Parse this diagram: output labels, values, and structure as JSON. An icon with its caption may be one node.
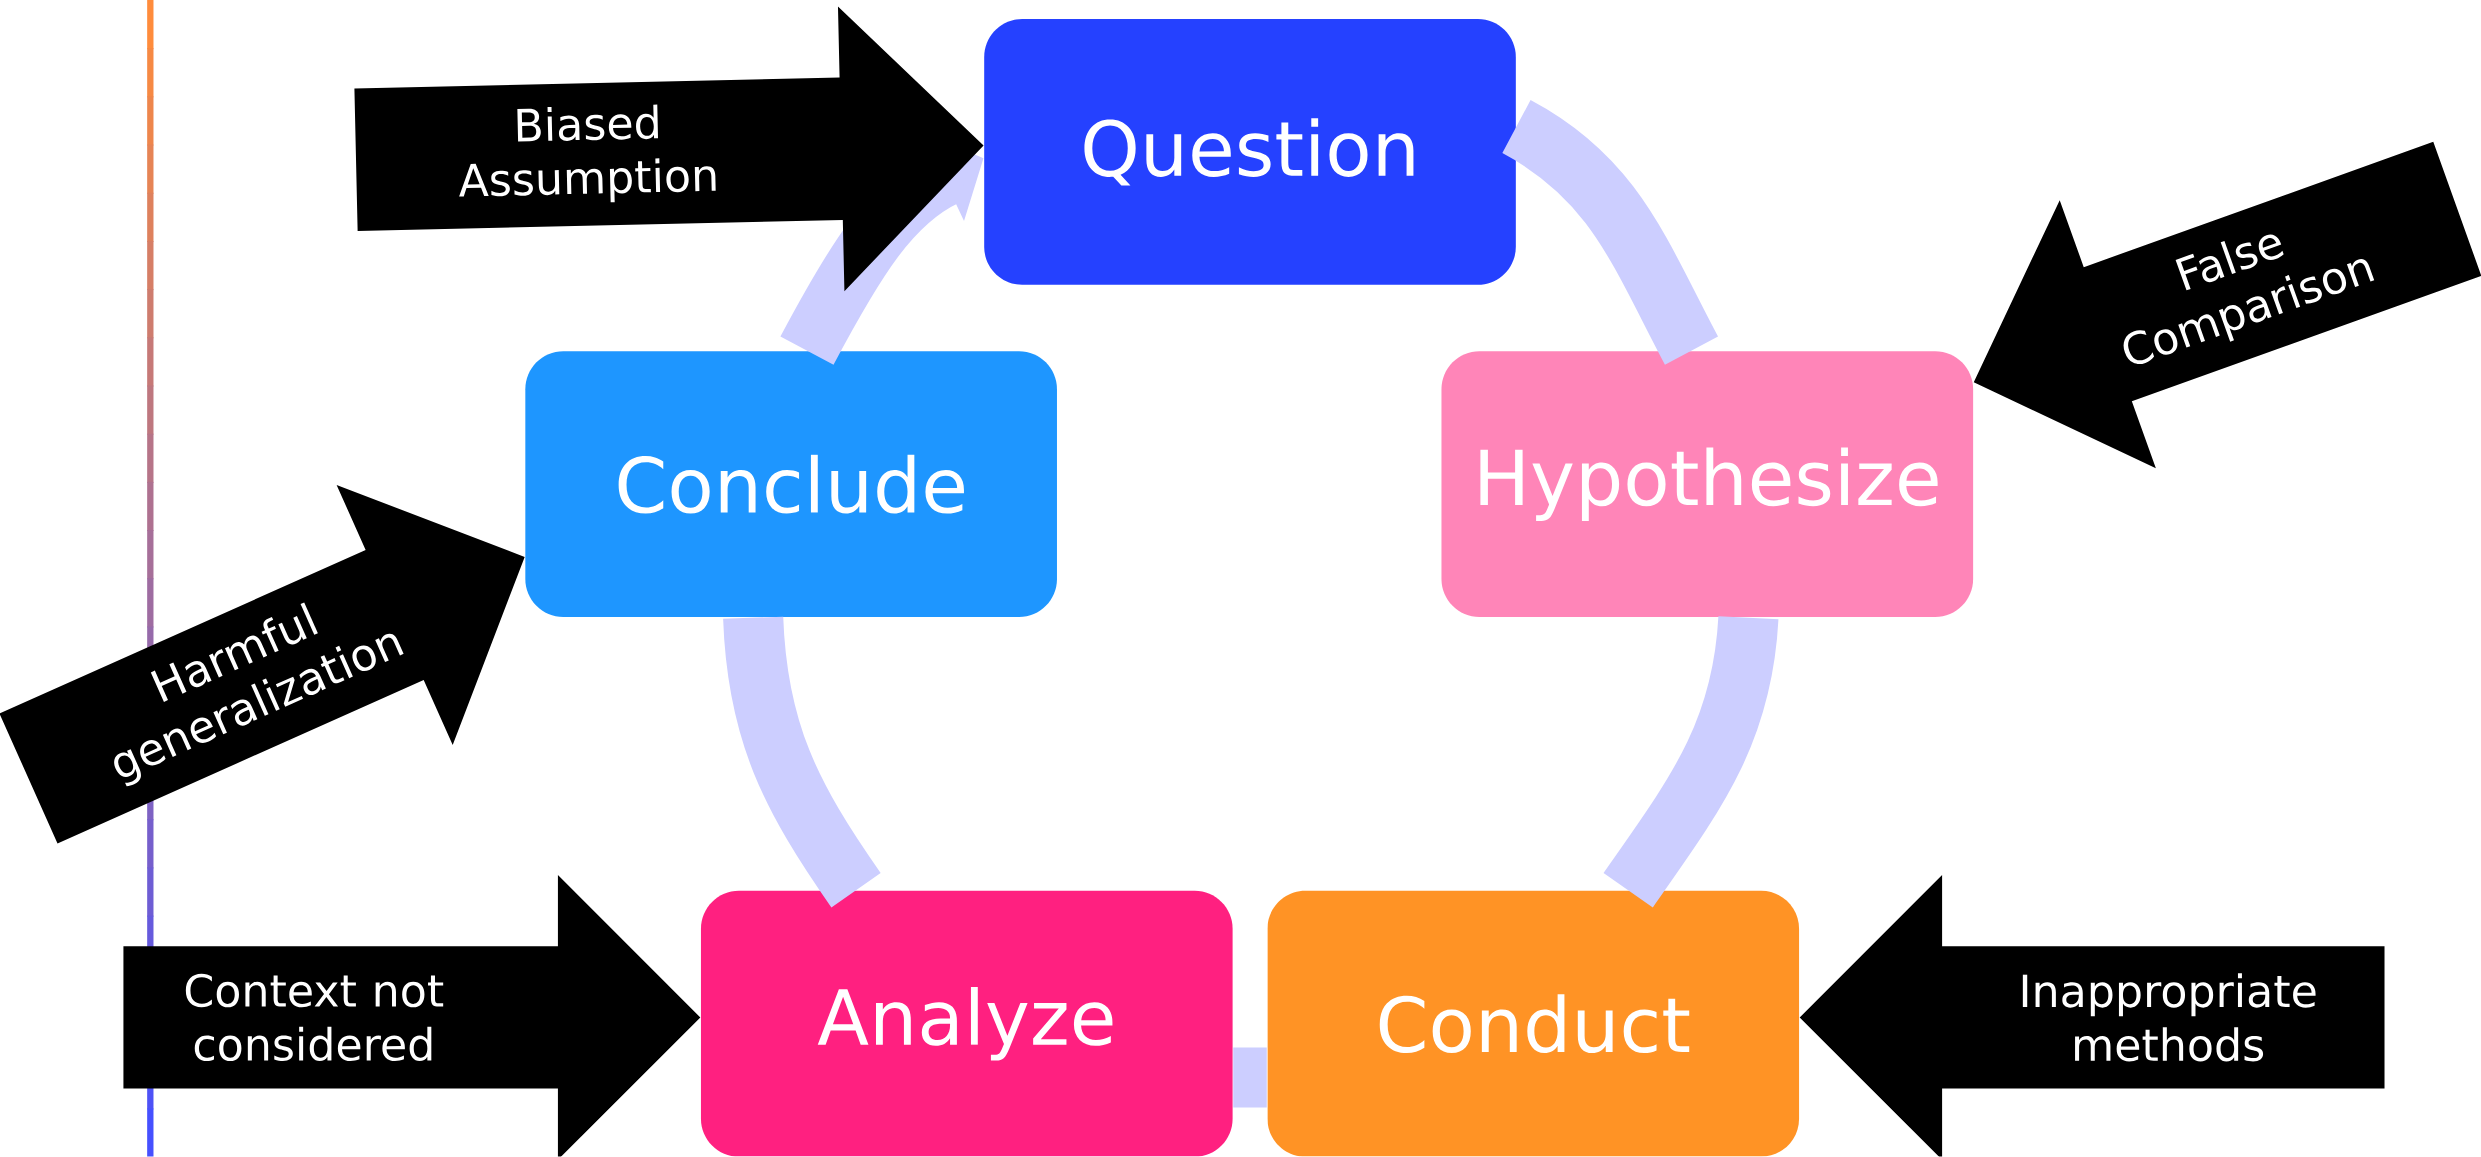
{
  "diagram": {
    "nodes": [
      {
        "text": [
          "Question"
        ]
      },
      {
        "text": [
          "Hypothesize"
        ]
      },
      {
        "text": [
          "Conduct"
        ]
      },
      {
        "text": [
          "Analyze"
        ]
      },
      {
        "text": [
          "Conclude"
        ]
      }
    ],
    "edges": [
      {
        "from": 0,
        "to": 1,
        "arrow": "none"
      },
      {
        "from": 1,
        "to": 2,
        "arrow": "none"
      },
      {
        "from": 2,
        "to": 3,
        "arrow": "none"
      },
      {
        "from": 3,
        "to": 4,
        "arrow": "none"
      },
      {
        "from": 4,
        "to": 0,
        "arrow": "to"
      },
      {
        "from": null,
        "to": 0,
        "arrow": "to",
        "label": "Biased Assumption",
        "style": "thick",
        "color": "#000000"
      },
      {
        "from": null,
        "to": 1,
        "arrow": "to",
        "label": "False Comparison",
        "style": "thick",
        "color": "#000000"
      },
      {
        "from": null,
        "to": 4,
        "arrow": "to",
        "label": "Harmful generalization",
        "style": "thick",
        "color": "#000000"
      },
      {
        "from": null,
        "to": 3,
        "arrow": "to",
        "label": "Context not considered",
        "style": "thick",
        "color": "#000000"
      },
      {
        "from": null,
        "to": 2,
        "arrow": "to",
        "label": "Inappropriate methods",
        "style": "thick",
        "color": "#000000"
      }
    ]
  }
}
